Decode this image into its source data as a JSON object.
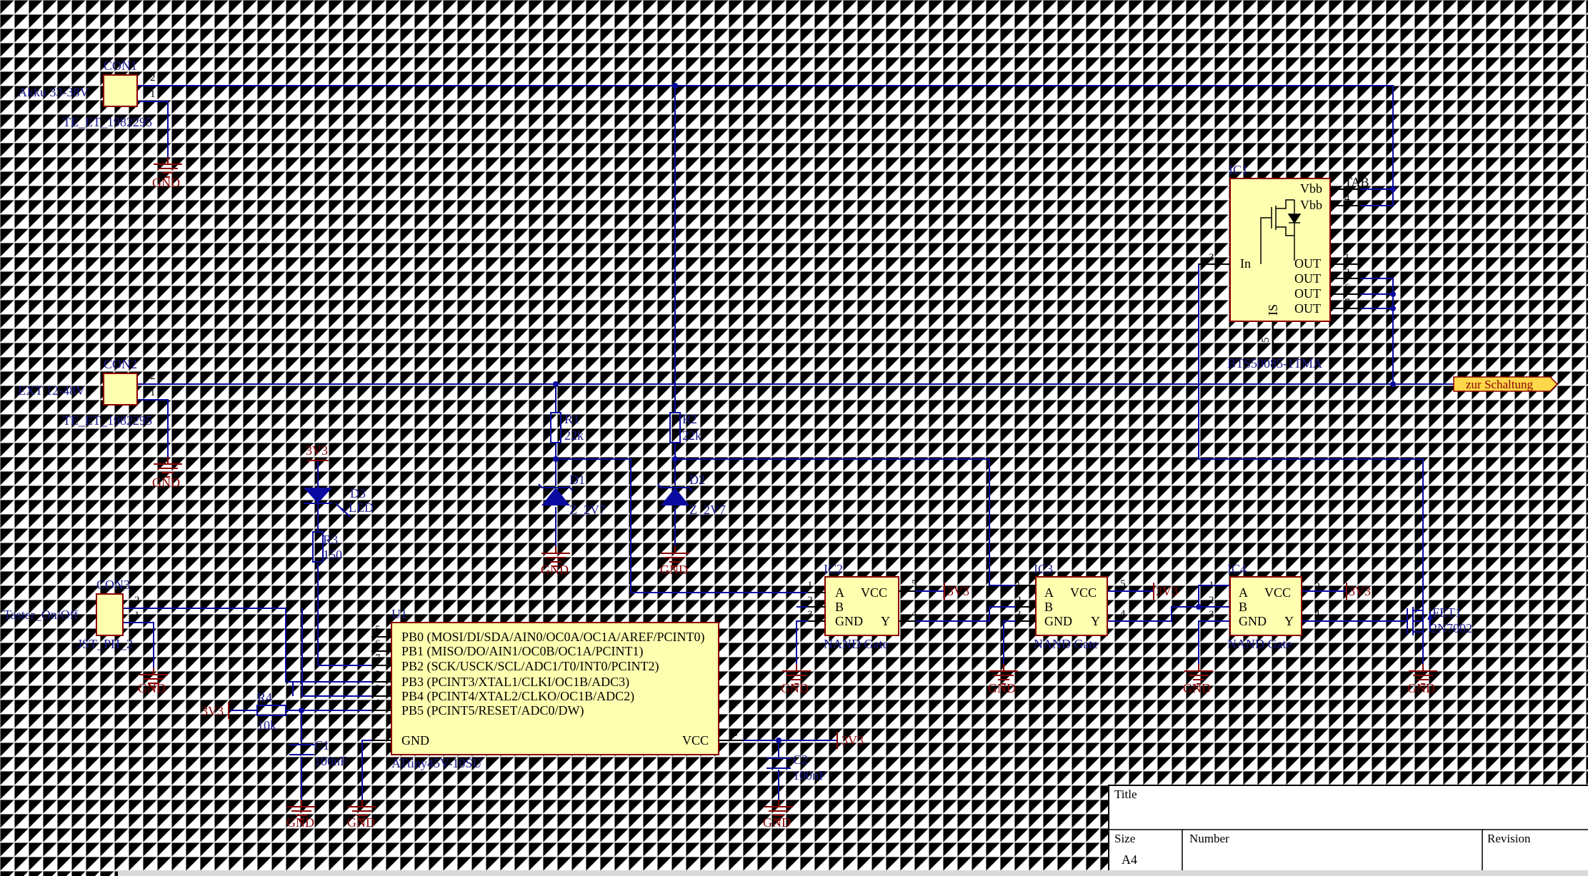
{
  "connectors": {
    "con1": {
      "designator": "CON1",
      "net_label": "Akku 33-38V",
      "part": "TE_ET_1982295",
      "pin1": "1",
      "pin2": "2"
    },
    "con2": {
      "designator": "CON2",
      "net_label": "EXT 12-48V",
      "part": "TE_ET_1982295",
      "pin1": "1",
      "pin2": "2"
    },
    "con3": {
      "designator": "CON3",
      "net_label": "Taster_On/Off",
      "part": "JST_PH_2",
      "pin1": "1",
      "pin2": "2"
    }
  },
  "power": {
    "gnd": "GND",
    "v33": "3V3"
  },
  "ic1": {
    "designator": "IC1",
    "part": "BTS50085-1TMA",
    "pins": {
      "in": "In",
      "vbb1": "Vbb",
      "vbb2": "Vbb",
      "tab": "TAB",
      "out1": "OUT",
      "out2": "OUT",
      "out3": "OUT",
      "out4": "OUT",
      "is": "IS"
    },
    "pin_numbers": {
      "n3": "3",
      "n4": "4",
      "n1": "1",
      "n2": "2",
      "n6": "6",
      "n7": "7",
      "n5": "5"
    }
  },
  "port": {
    "label": "zur Schaltung"
  },
  "resistors": {
    "r1": {
      "designator": "R1",
      "value": "22k"
    },
    "r2": {
      "designator": "R2",
      "value": "22k"
    },
    "r3": {
      "designator": "R3",
      "value": "150"
    },
    "r4": {
      "designator": "R4",
      "value": "10k"
    }
  },
  "diodes": {
    "d1": {
      "designator": "D1",
      "value": "Z_2V7"
    },
    "d2": {
      "designator": "D2",
      "value": "Z_2V7"
    },
    "d3": {
      "designator": "D3",
      "value": "LED"
    }
  },
  "capacitors": {
    "c1": {
      "designator": "C1",
      "value": "100nF"
    },
    "c2": {
      "designator": "C2",
      "value": "100nF"
    }
  },
  "gates": {
    "pin_a": "A",
    "pin_b": "B",
    "pin_gnd": "GND",
    "pin_vcc": "VCC",
    "pin_y": "Y",
    "n1": "1",
    "n2": "2",
    "n3": "3",
    "n4": "4",
    "n5": "5",
    "ic2": {
      "designator": "IC2",
      "part": "NAND Gate"
    },
    "ic3": {
      "designator": "IC3",
      "part": "NAND Gate"
    },
    "ic4": {
      "designator": "IC4",
      "part": "NAND Gate"
    }
  },
  "fet1": {
    "designator": "FET1",
    "part": "2N7002"
  },
  "u1": {
    "designator": "U1",
    "part": "ATtiny45V-10SU",
    "pins": {
      "pb0": "PB0 (MOSI/DI/SDA/AIN0/OC0A/OC1A/AREF/PCINT0)",
      "pb1": "PB1 (MISO/DO/AIN1/OC0B/OC1A/PCINT1)",
      "pb2": "PB2 (SCK/USCK/SCL/ADC1/T0/INT0/PCINT2)",
      "pb3": "PB3 (PCINT3/XTAL1/CLKI/OC1B/ADC3)",
      "pb4": "PB4 (PCINT4/XTAL2/CLKO/OC1B/ADC2)",
      "pb5": "PB5 (PCINT5/RESET/ADC0/DW)",
      "gnd": "GND",
      "vcc": "VCC"
    },
    "pin_numbers": {
      "p5": "5",
      "p6": "6",
      "p7": "7",
      "p2": "2",
      "p3": "3",
      "p1": "1",
      "p4": "4",
      "p8": "8"
    }
  },
  "title_block": {
    "title_label": "Title",
    "size_label": "Size",
    "size_value": "A4",
    "number_label": "Number",
    "revision_label": "Revision"
  }
}
